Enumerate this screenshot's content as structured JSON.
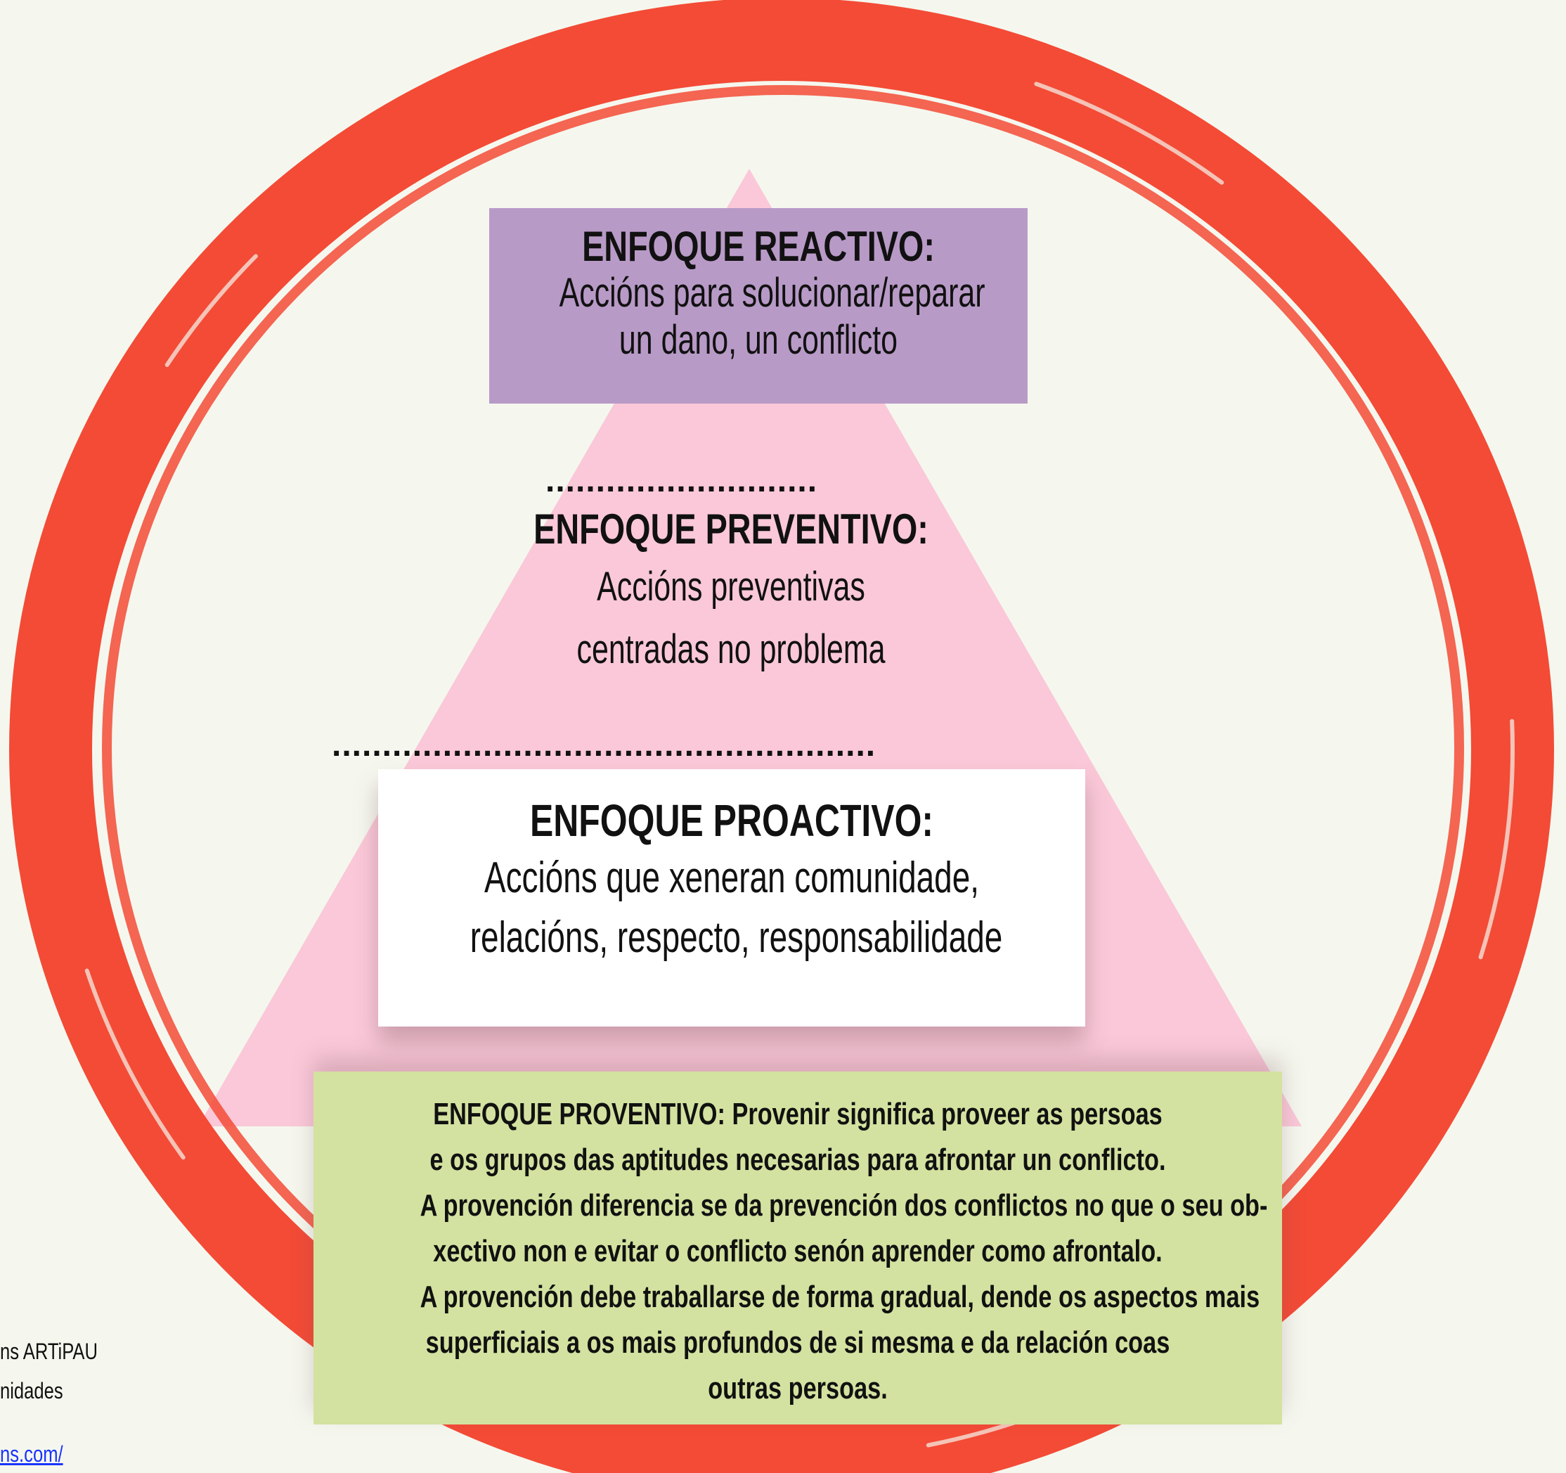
{
  "colors": {
    "background": "#f5f7ee",
    "ring": "#f34b36",
    "pyramid": "#fac8d8",
    "reactivo_box": "#b89ac7",
    "proactivo_box": "#ffffff",
    "proventivo_box": "#d3e2a0"
  },
  "reactivo": {
    "heading": "ENFOQUE REACTIVO:",
    "lines": [
      "Accións para solucionar/reparar",
      "un dano, un conflicto"
    ]
  },
  "preventivo": {
    "heading": "ENFOQUE PREVENTIVO:",
    "lines": [
      "Accións preventivas",
      "centradas no problema"
    ]
  },
  "proactivo": {
    "heading": "ENFOQUE PROACTIVO:",
    "lines": [
      "Accións que xeneran comunidade,",
      "relacións, respecto, responsabilidade"
    ]
  },
  "proventivo": {
    "lines": [
      "ENFOQUE PROVENTIVO: Provenir significa proveer as persoas",
      "e os grupos das aptitudes necesarias para afrontar un conflicto.",
      "A provención diferencia se da prevención dos conflictos no que o seu ob-",
      "xectivo non e evitar o conflicto senón aprender como afrontalo.",
      " A provención debe traballarse de forma gradual, dende os aspectos mais",
      "superficiais a os mais profundos de si mesma e da relación coas",
      "outras persoas."
    ]
  },
  "separators": {
    "top": "...........................",
    "bottom": "......................................................"
  },
  "credits": {
    "line1": "ns ARTiPAU",
    "line2": "nidades",
    "link": "ns.com/"
  }
}
